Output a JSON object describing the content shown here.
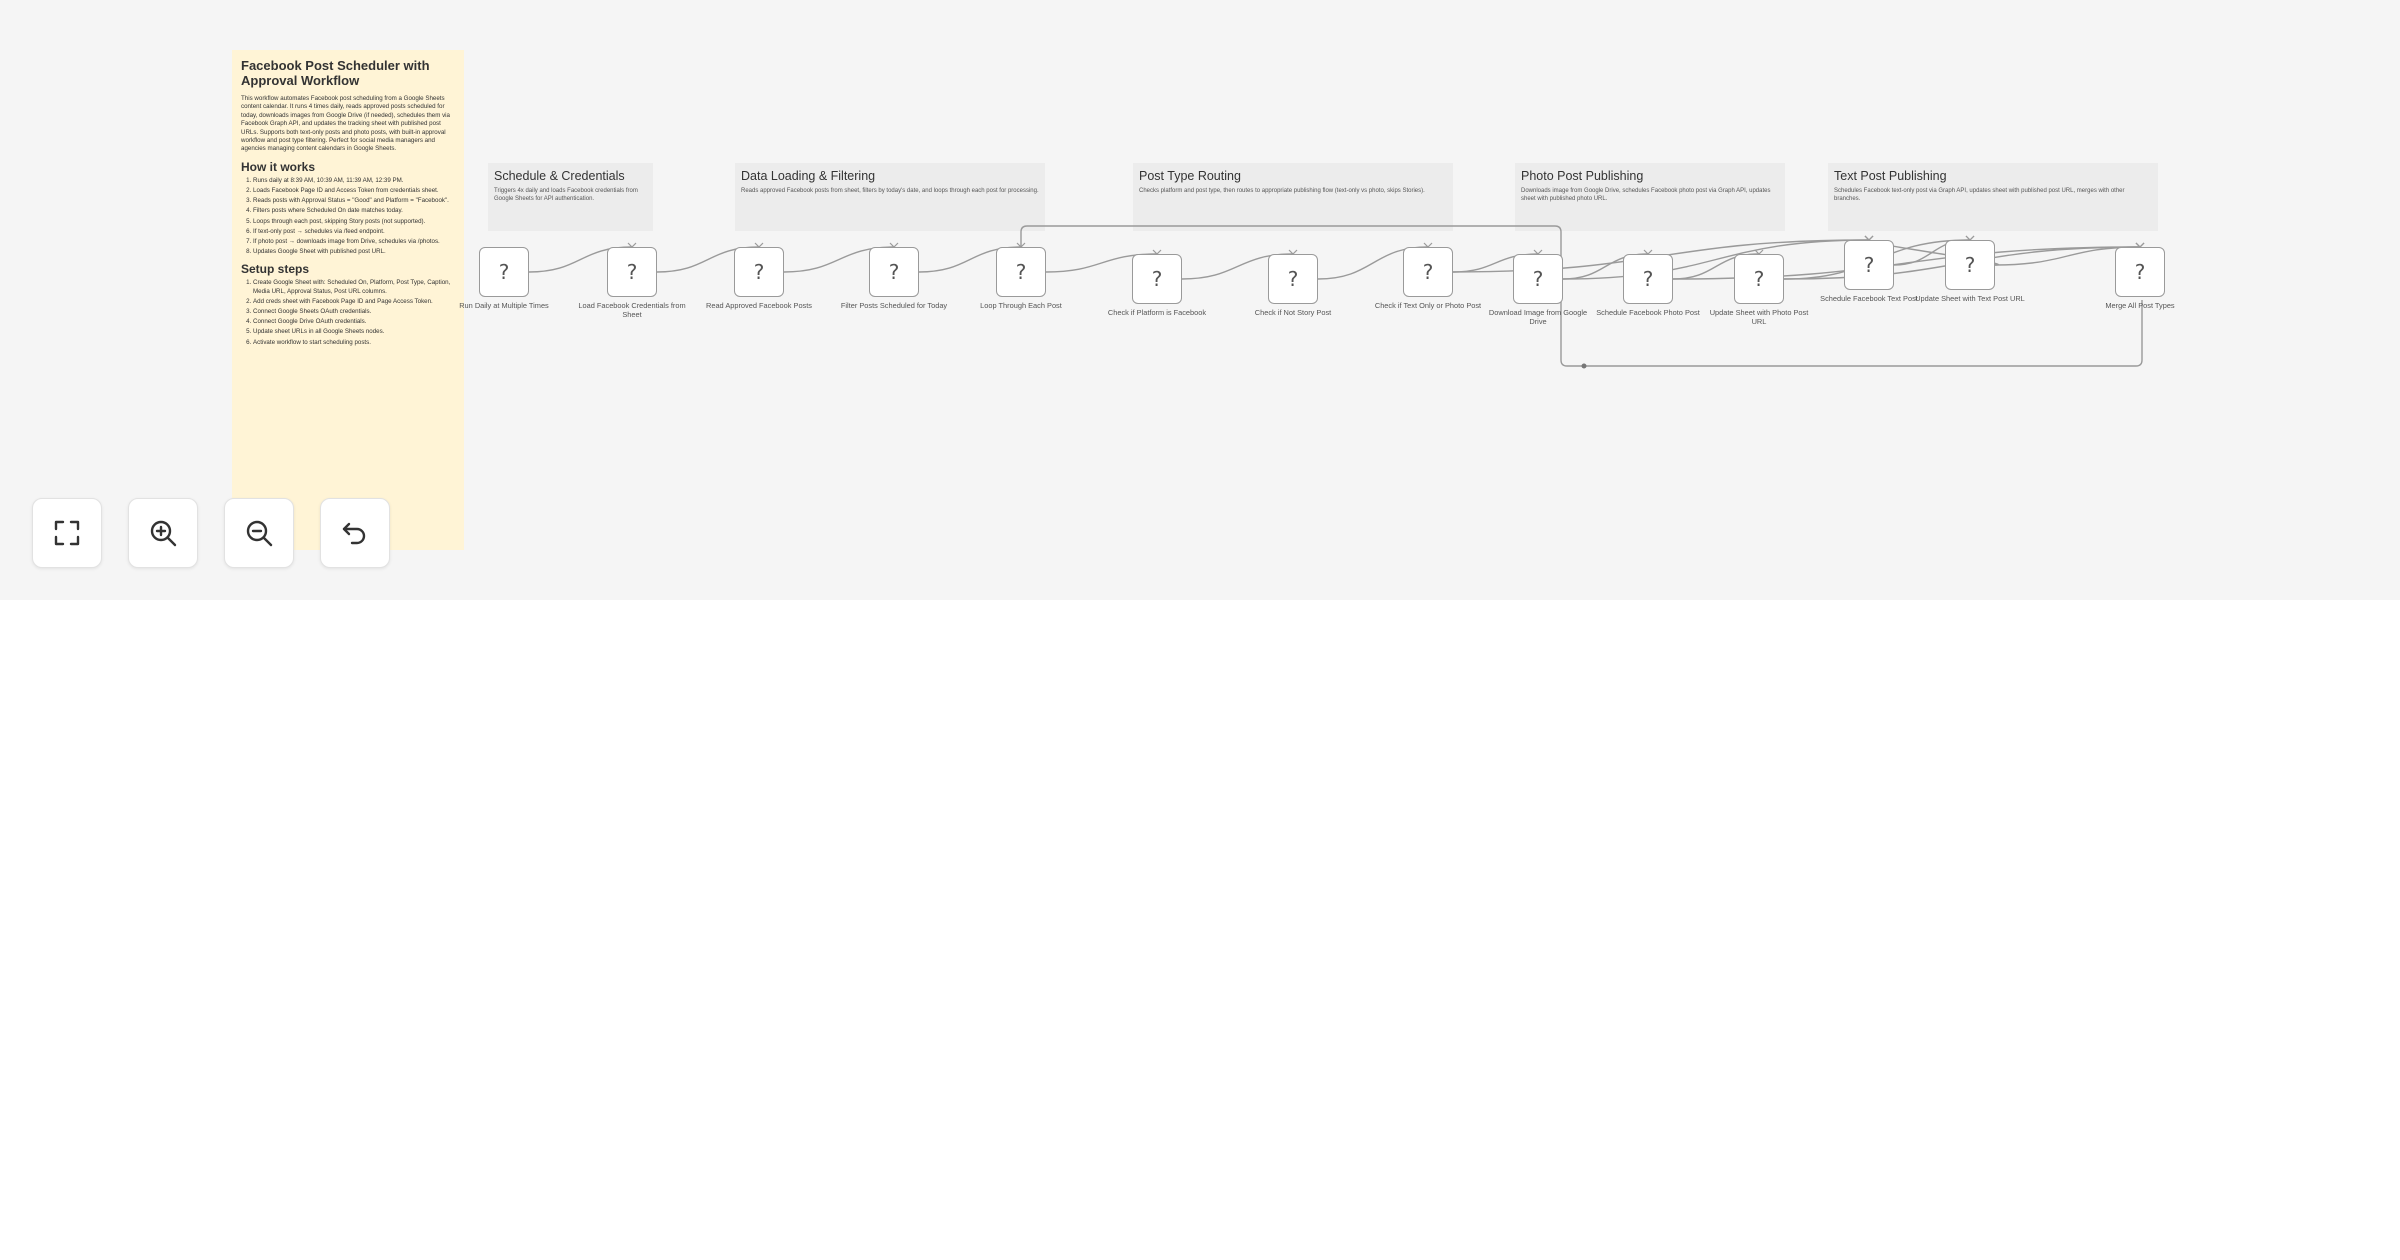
{
  "main_note": {
    "title": "Facebook Post Scheduler with Approval Workflow",
    "description": "This workflow automates Facebook post scheduling from a Google Sheets content calendar. It runs 4 times daily, reads approved posts scheduled for today, downloads images from Google Drive (if needed), schedules them via Facebook Graph API, and updates the tracking sheet with published post URLs. Supports both text-only posts and photo posts, with built-in approval workflow and post type filtering. Perfect for social media managers and agencies managing content calendars in Google Sheets.",
    "how_heading": "How it works",
    "how_steps": [
      "Runs daily at 8:39 AM, 10:39 AM, 11:39 AM, 12:39 PM.",
      "Loads Facebook Page ID and Access Token from credentials sheet.",
      "Reads posts with Approval Status = \"Good\" and Platform = \"Facebook\".",
      "Filters posts where Scheduled On date matches today.",
      "Loops through each post, skipping Story posts (not supported).",
      "If text-only post → schedules via /feed endpoint.",
      "If photo post → downloads image from Drive, schedules via /photos.",
      "Updates Google Sheet with published post URL."
    ],
    "setup_heading": "Setup steps",
    "setup_steps": [
      "Create Google Sheet with: Scheduled On, Platform, Post Type, Caption, Media URL, Approval Status, Post URL columns.",
      "Add creds sheet with Facebook Page ID and Page Access Token.",
      "Connect Google Sheets OAuth credentials.",
      "Connect Google Drive OAuth credentials.",
      "Update sheet URLs in all Google Sheets nodes.",
      "Activate workflow to start scheduling posts."
    ]
  },
  "group_notes": [
    {
      "title": "Schedule & Credentials",
      "text": "Triggers 4x daily and loads Facebook credentials from Google Sheets for API authentication."
    },
    {
      "title": "Data Loading & Filtering",
      "text": "Reads approved Facebook posts from sheet, filters by today's date, and loops through each post for processing."
    },
    {
      "title": "Post Type Routing",
      "text": "Checks platform and post type, then routes to appropriate publishing flow (text-only vs photo, skips Stories)."
    },
    {
      "title": "Photo Post Publishing",
      "text": "Downloads image from Google Drive, schedules Facebook photo post via Graph API, updates sheet with published photo URL."
    },
    {
      "title": "Text Post Publishing",
      "text": "Schedules Facebook text-only post via Graph API, updates sheet with published post URL, merges with other branches."
    }
  ],
  "nodes": [
    {
      "id": "run-daily",
      "label": "Run Daily at Multiple Times"
    },
    {
      "id": "load-creds",
      "label": "Load Facebook Credentials from Sheet"
    },
    {
      "id": "read-approved",
      "label": "Read Approved Facebook Posts"
    },
    {
      "id": "filter-today",
      "label": "Filter Posts Scheduled for Today"
    },
    {
      "id": "loop-posts",
      "label": "Loop Through Each Post"
    },
    {
      "id": "check-platform",
      "label": "Check if Platform is Facebook"
    },
    {
      "id": "check-story",
      "label": "Check if Not Story Post"
    },
    {
      "id": "check-type",
      "label": "Check if Text Only or Photo Post"
    },
    {
      "id": "download-image",
      "label": "Download Image from Google Drive"
    },
    {
      "id": "schedule-photo",
      "label": "Schedule Facebook Photo Post"
    },
    {
      "id": "update-photo",
      "label": "Update Sheet with Photo Post URL"
    },
    {
      "id": "schedule-text",
      "label": "Schedule Facebook Text Post"
    },
    {
      "id": "update-text",
      "label": "Update Sheet with Text Post URL"
    },
    {
      "id": "merge-all",
      "label": "Merge All Post Types"
    }
  ],
  "node_icon": "?",
  "controls": {
    "fit_view": "fit-view-icon",
    "zoom_in": "zoom-in-icon",
    "zoom_out": "zoom-out-icon",
    "reset": "undo-icon"
  }
}
